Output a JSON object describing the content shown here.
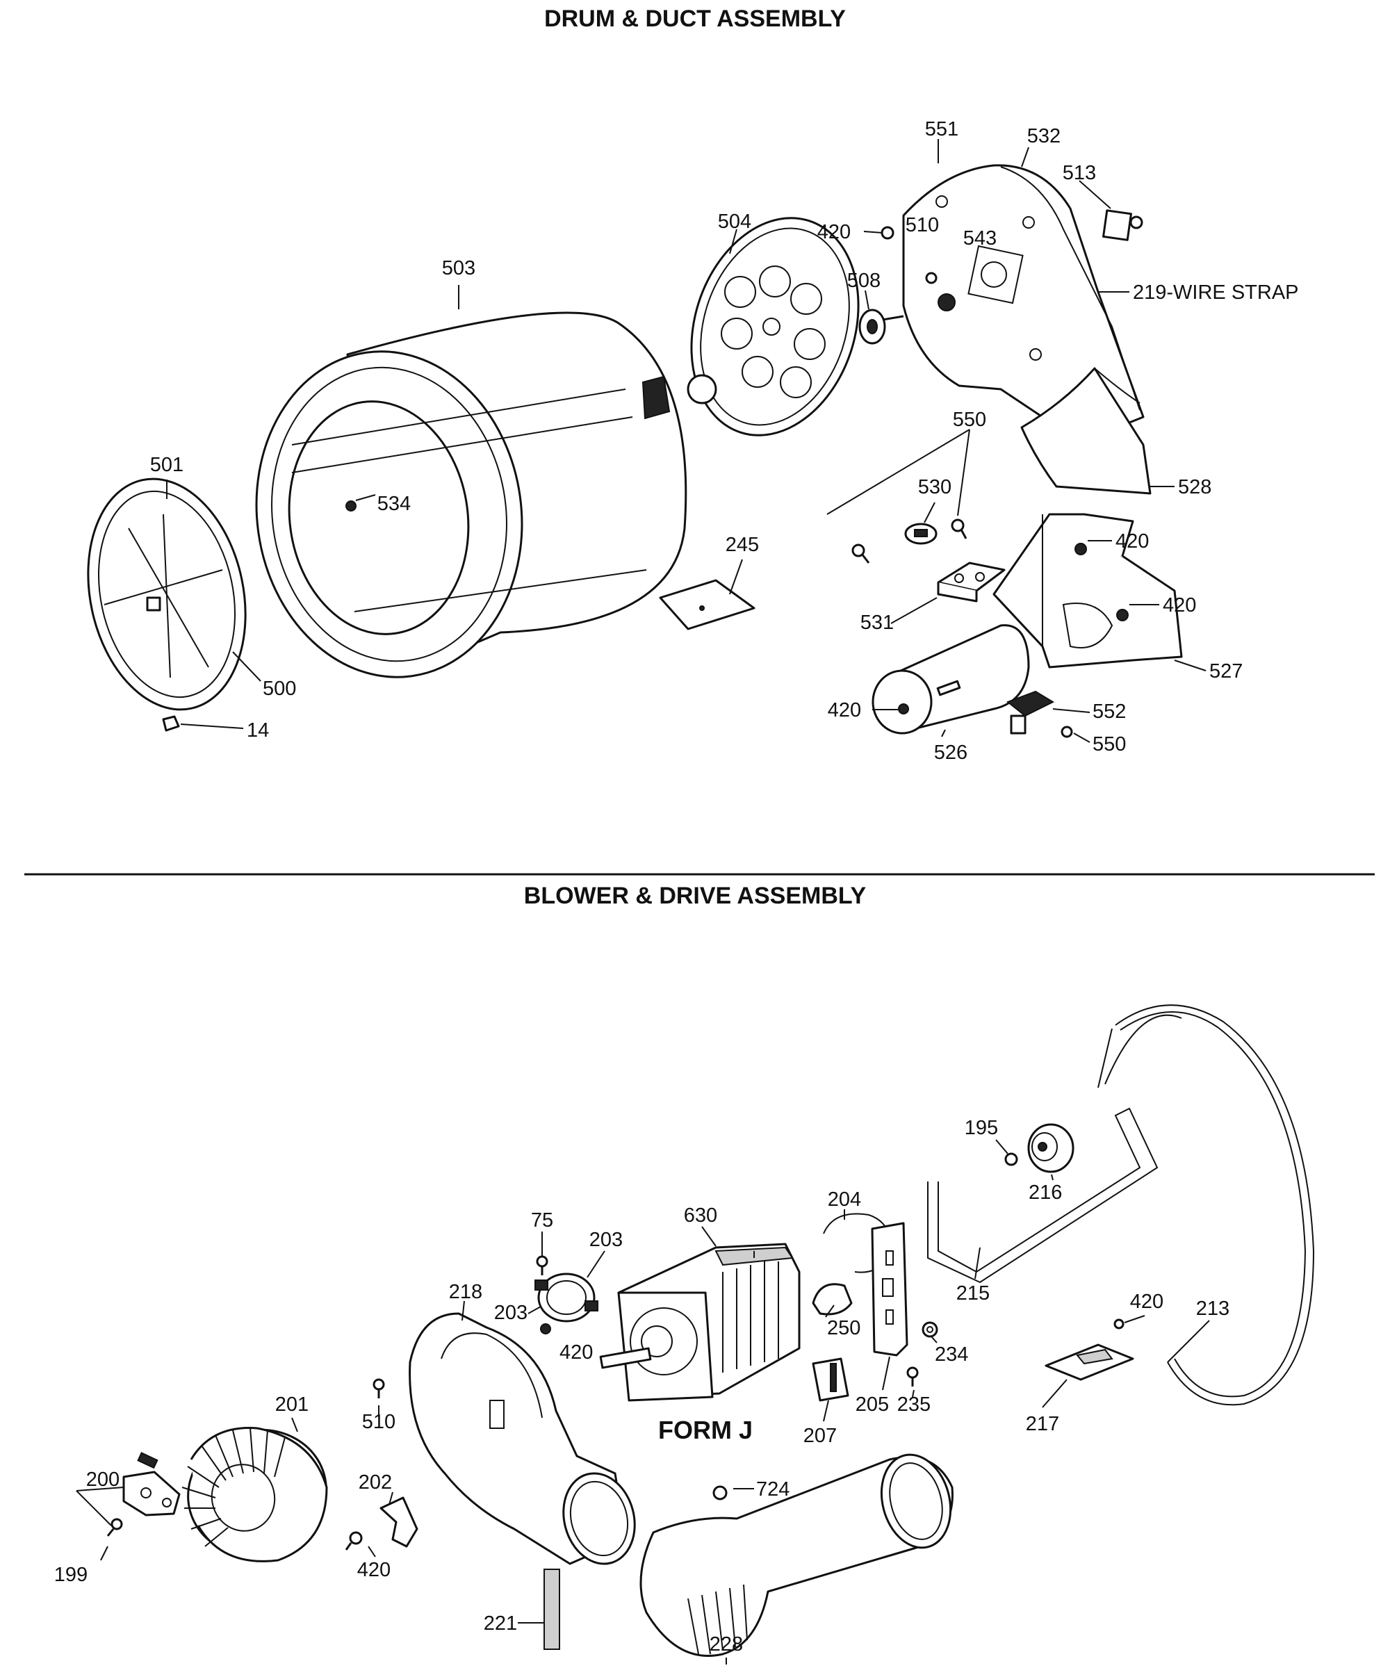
{
  "titles": {
    "top": "DRUM & DUCT ASSEMBLY",
    "bottom": "BLOWER & DRIVE ASSEMBLY"
  },
  "callouts": {
    "c551": "551",
    "c532": "532",
    "c513": "513",
    "c420a": "420",
    "c510a": "510",
    "c543": "543",
    "c219": "219-WIRE STRAP",
    "c504": "504",
    "c508": "508",
    "c503": "503",
    "c550a": "550",
    "c530": "530",
    "c528": "528",
    "c501": "501",
    "c534": "534",
    "c245": "245",
    "c420b": "420",
    "c420c": "420",
    "c531": "531",
    "c527": "527",
    "c500": "500",
    "c14": "14",
    "c420d": "420",
    "c526": "526",
    "c552": "552",
    "c550b": "550",
    "c195": "195",
    "c216": "216",
    "c204": "204",
    "c630": "630",
    "c75": "75",
    "c203a": "203",
    "c203b": "203",
    "c218": "218",
    "c250": "250",
    "c420e": "420",
    "c215": "215",
    "c234": "234",
    "c420f": "420",
    "c213": "213",
    "c510b": "510",
    "c201": "201",
    "c205": "205",
    "c235": "235",
    "c207": "207",
    "c217": "217",
    "c200": "200",
    "c202": "202",
    "c724": "724",
    "c420g": "420",
    "c199": "199",
    "c221": "221",
    "c228": "228",
    "form": "FORM J"
  }
}
